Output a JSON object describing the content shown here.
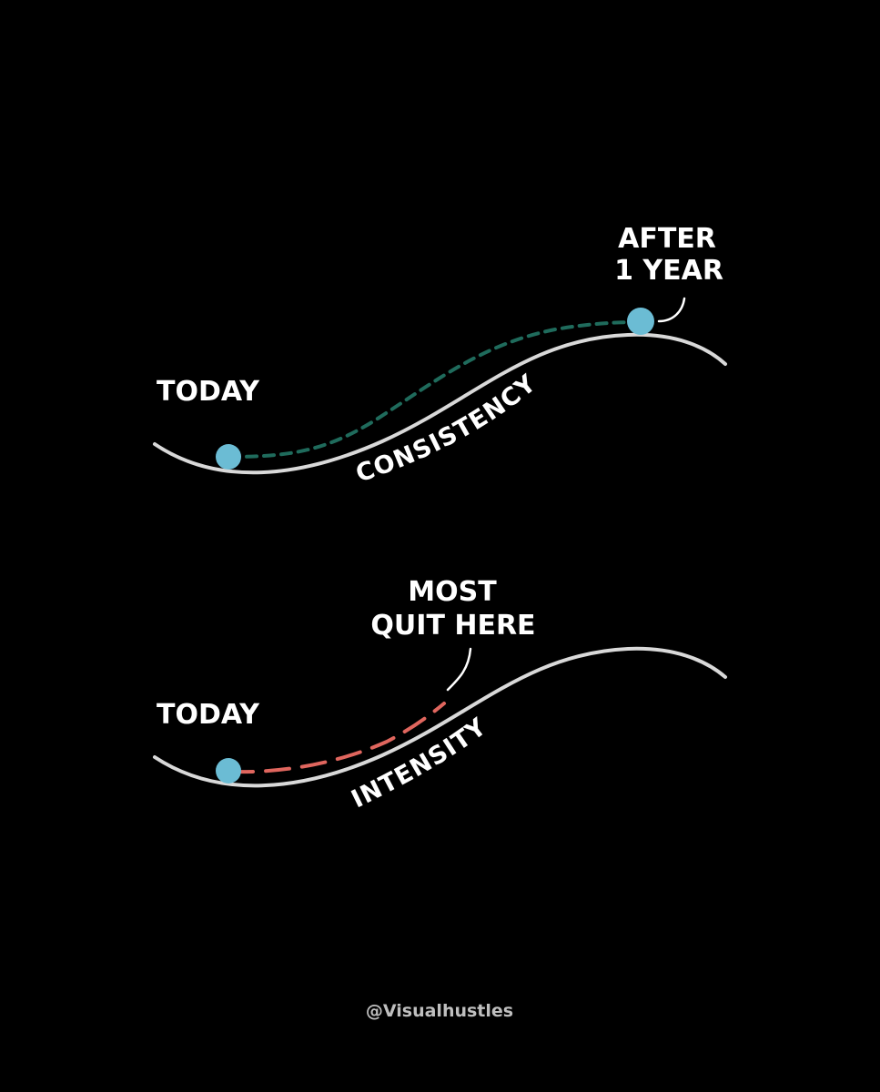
{
  "colors": {
    "background": "#000000",
    "curve": "#d9d9d9",
    "dot": "#6bbcd4",
    "consistency_path": "#1f6b5c",
    "intensity_path": "#e0665e",
    "text": "#ffffff",
    "credit": "#bfbfbf"
  },
  "top_panel": {
    "start_label": "TODAY",
    "end_label_line1": "AFTER",
    "end_label_line2": "1 YEAR",
    "curve_label": "CONSISTENCY"
  },
  "bottom_panel": {
    "start_label": "TODAY",
    "callout_line1": "MOST",
    "callout_line2": "QUIT HERE",
    "curve_label": "INTENSITY"
  },
  "credit": "@Visualhustles"
}
